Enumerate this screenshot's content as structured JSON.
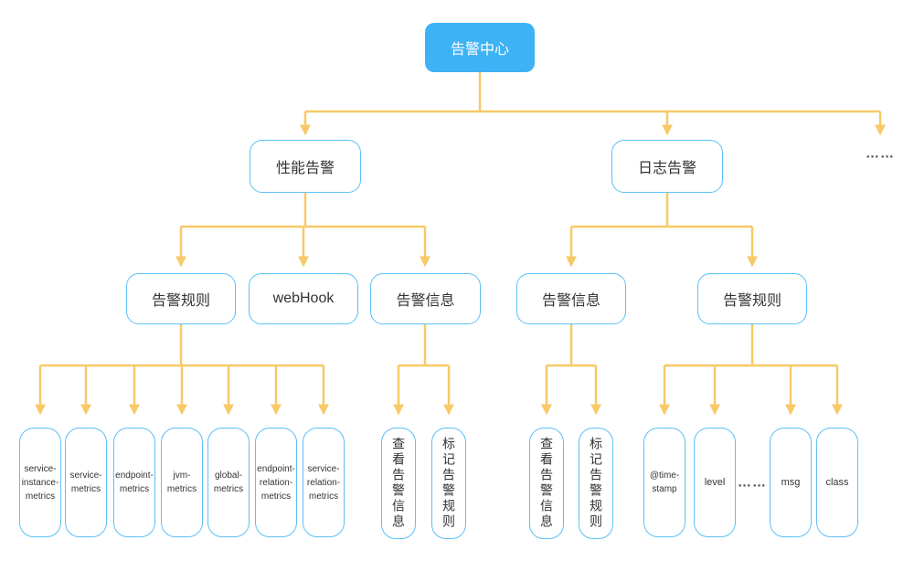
{
  "title": "告警中心流程图",
  "colors": {
    "root_fill": "#3db2f4",
    "node_border": "#5bc0f6",
    "connector": "#f7c968",
    "text": "#333333"
  },
  "nodes": {
    "root": "告警中心",
    "perf_alert": "性能告警",
    "log_alert": "日志告警",
    "more_top": "……",
    "perf_rules": "告警规则",
    "webhook": "webHook",
    "perf_info": "告警信息",
    "log_info": "告警信息",
    "log_rules": "告警规则",
    "metric_1": "service-instance-metrics",
    "metric_2": "service-metrics",
    "metric_3": "endpoint-metrics",
    "metric_4": "jvm-metrics",
    "metric_5": "global-metrics",
    "metric_6": "endpoint-relation-metrics",
    "metric_7": "service-relation-metrics",
    "perf_view_info": "查看告警信息",
    "perf_mark_rules": "标记告警规则",
    "log_view_info": "查看告警信息",
    "log_mark_rules": "标记告警规则",
    "field_timestamp": "@time-stamp",
    "field_level": "level",
    "more_fields": "……",
    "field_msg": "msg",
    "field_class": "class"
  }
}
